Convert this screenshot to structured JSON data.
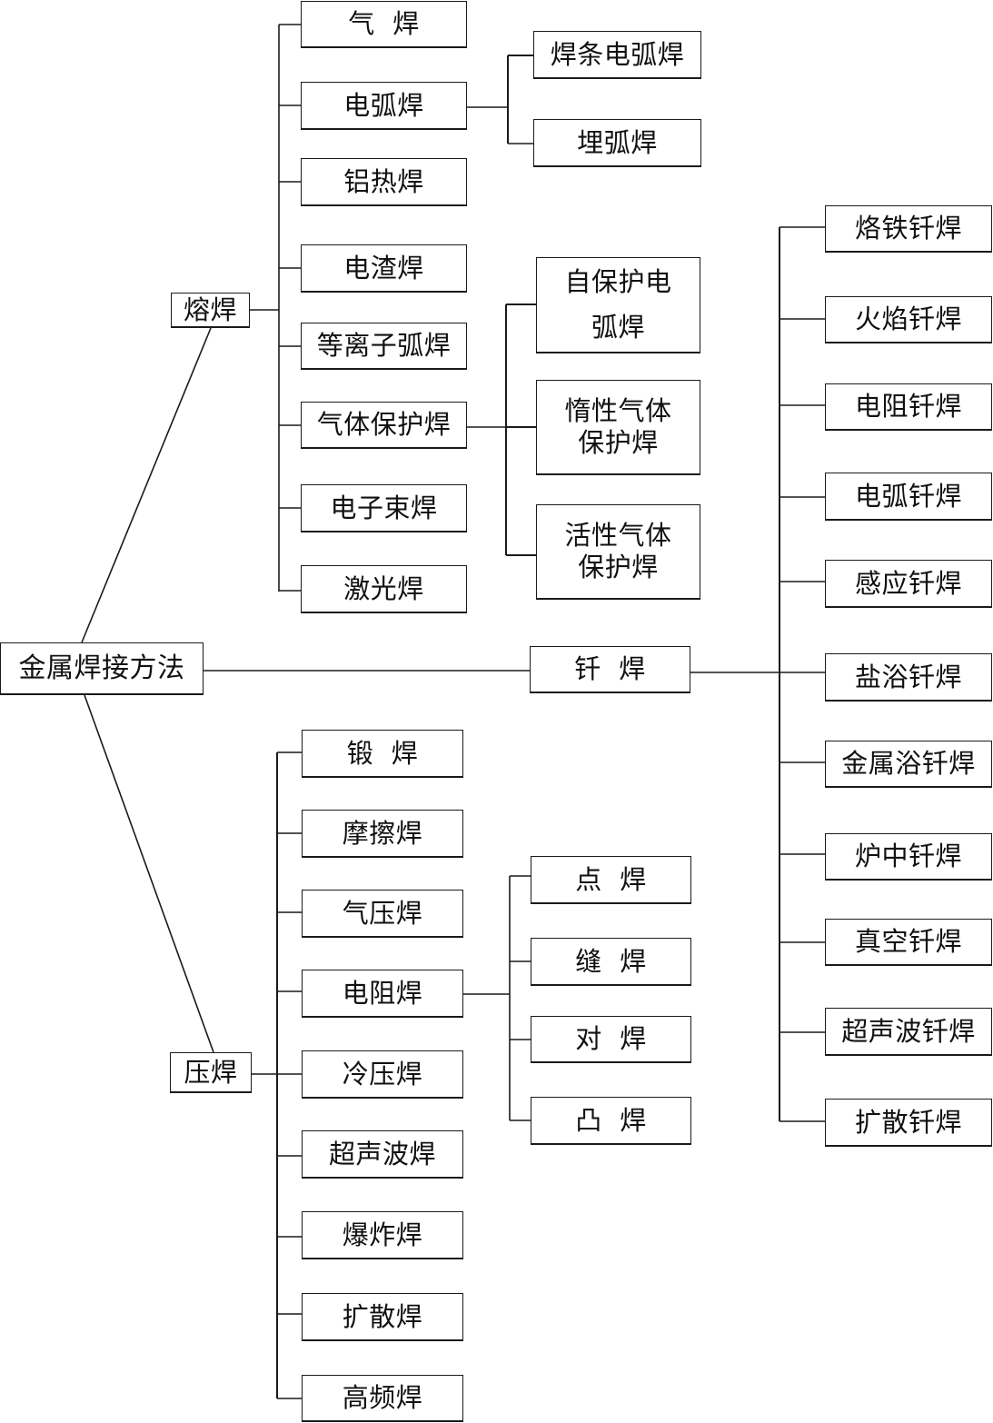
{
  "root": {
    "label": "金属焊接方法"
  },
  "fusion": {
    "label": "熔焊",
    "children": [
      {
        "label": "气  焊"
      },
      {
        "label": "电弧焊",
        "children": [
          {
            "label": "焊条电弧焊"
          },
          {
            "label": "埋弧焊"
          }
        ]
      },
      {
        "label": "铝热焊"
      },
      {
        "label": "电渣焊"
      },
      {
        "label": "等离子弧焊"
      },
      {
        "label": "气体保护焊",
        "children": [
          {
            "lines": [
              "自保护电",
              "弧焊"
            ]
          },
          {
            "lines": [
              "惰性气体",
              "保护焊"
            ]
          },
          {
            "lines": [
              "活性气体",
              "保护焊"
            ]
          }
        ]
      },
      {
        "label": "电子束焊"
      },
      {
        "label": "激光焊"
      }
    ]
  },
  "brazing": {
    "label": "钎  焊",
    "children": [
      {
        "label": "烙铁钎焊"
      },
      {
        "label": "火焰钎焊"
      },
      {
        "label": "电阻钎焊"
      },
      {
        "label": "电弧钎焊"
      },
      {
        "label": "感应钎焊"
      },
      {
        "label": "盐浴钎焊"
      },
      {
        "label": "金属浴钎焊"
      },
      {
        "label": "炉中钎焊"
      },
      {
        "label": "真空钎焊"
      },
      {
        "label": "超声波钎焊"
      },
      {
        "label": "扩散钎焊"
      }
    ]
  },
  "pressure": {
    "label": "压焊",
    "children": [
      {
        "label": "锻  焊"
      },
      {
        "label": "摩擦焊"
      },
      {
        "label": "气压焊"
      },
      {
        "label": "电阻焊",
        "children": [
          {
            "label": "点  焊"
          },
          {
            "label": "缝  焊"
          },
          {
            "label": "对  焊"
          },
          {
            "label": "凸  焊"
          }
        ]
      },
      {
        "label": "冷压焊"
      },
      {
        "label": "超声波焊"
      },
      {
        "label": "爆炸焊"
      },
      {
        "label": "扩散焊"
      },
      {
        "label": "高频焊"
      }
    ]
  },
  "colors": {
    "line": "#1a1a1a",
    "box_border": "#1a1a1a",
    "background": "#ffffff"
  }
}
